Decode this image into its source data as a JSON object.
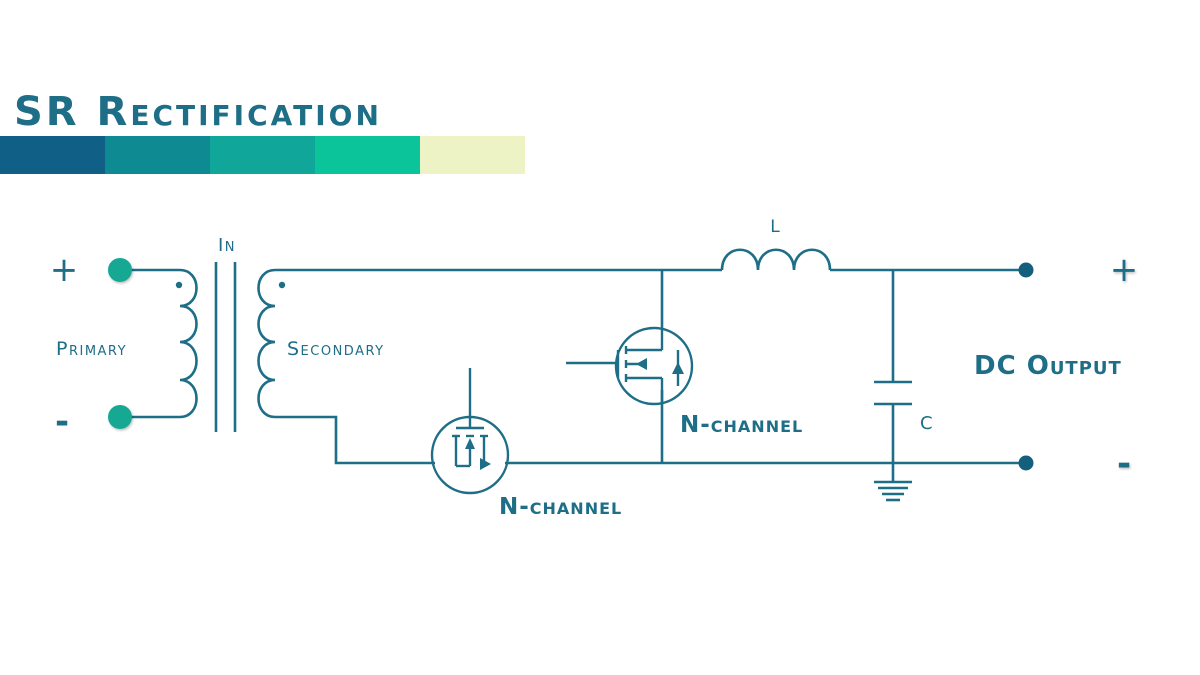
{
  "title": "SR Rectification",
  "title_bar_colors": [
    "#105f86",
    "#0e8a92",
    "#10a69a",
    "#0cc49a",
    "#eef3c6"
  ],
  "colors": {
    "wire": "#1d6e86",
    "terminal_input": "#17a893",
    "terminal_output": "#14607c"
  },
  "labels": {
    "plus_in": "+",
    "minus_in": "-",
    "primary": "Primary",
    "in": "In",
    "secondary": "Secondary",
    "inductor": "L",
    "capacitor": "C",
    "dc_output": "DC Output",
    "plus_out": "+",
    "minus_out": "-",
    "mosfet_lower": "N-channel",
    "mosfet_upper": "N-channel"
  }
}
